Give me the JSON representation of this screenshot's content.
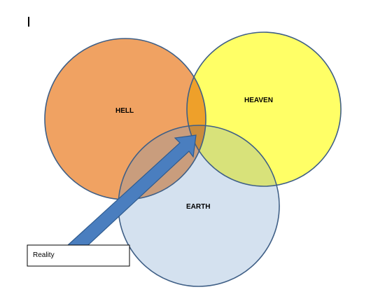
{
  "diagram": {
    "circles": [
      {
        "id": "hell",
        "label": "HELL",
        "fill": "#f0a262",
        "stroke": "#3f5f86"
      },
      {
        "id": "heaven",
        "label": "HEAVEN",
        "fill": "#ffff66",
        "stroke": "#3f5f86"
      },
      {
        "id": "earth",
        "label": "EARTH",
        "fill": "#d4e1ef",
        "stroke": "#3f5f86"
      }
    ],
    "overlaps": {
      "hell_heaven": "#eea02a",
      "hell_earth": "#c99d7d",
      "heaven_earth": "#d8e27a",
      "all_three": "#ca8c3c"
    },
    "arrow": {
      "fill": "#4a7ebf",
      "stroke": "#2f5b8e"
    },
    "reality_box": {
      "label": "Reality"
    }
  }
}
